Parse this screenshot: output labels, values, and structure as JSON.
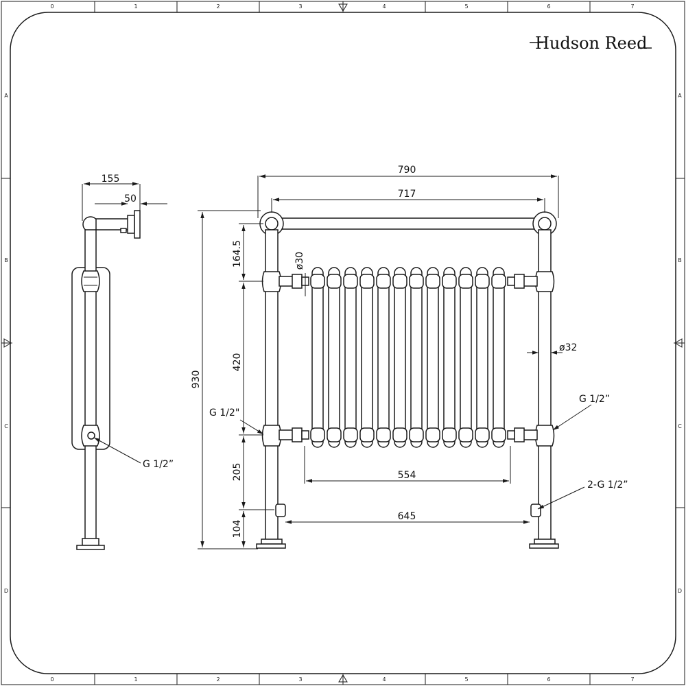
{
  "brand": {
    "name": "Hudson Reed"
  },
  "grid": {
    "columns": [
      "0",
      "1",
      "2",
      "3",
      "4",
      "5",
      "6",
      "7"
    ],
    "rows_left": [
      "A",
      "B",
      "C",
      "D"
    ],
    "rows_right": [
      "A",
      "B",
      "C",
      "D"
    ]
  },
  "side_view": {
    "dim_depth": "155",
    "dim_bracket": "50",
    "label_connection": "G 1/2”"
  },
  "front_view": {
    "dim_overall_width": "790",
    "dim_rail_width": "717",
    "dim_height": "930",
    "dim_top_to_header": "164.5",
    "dim_section_height": "420",
    "dim_lower_to_base": "205",
    "dim_base": "104",
    "dim_column_dia": "ø30",
    "dim_post_dia": "ø32",
    "dim_radiator_width": "554",
    "dim_valve_centres": "645",
    "label_left_conn": "G 1/2\"",
    "label_right_conn": "G 1/2”",
    "label_valves": "2-G 1/2”"
  }
}
